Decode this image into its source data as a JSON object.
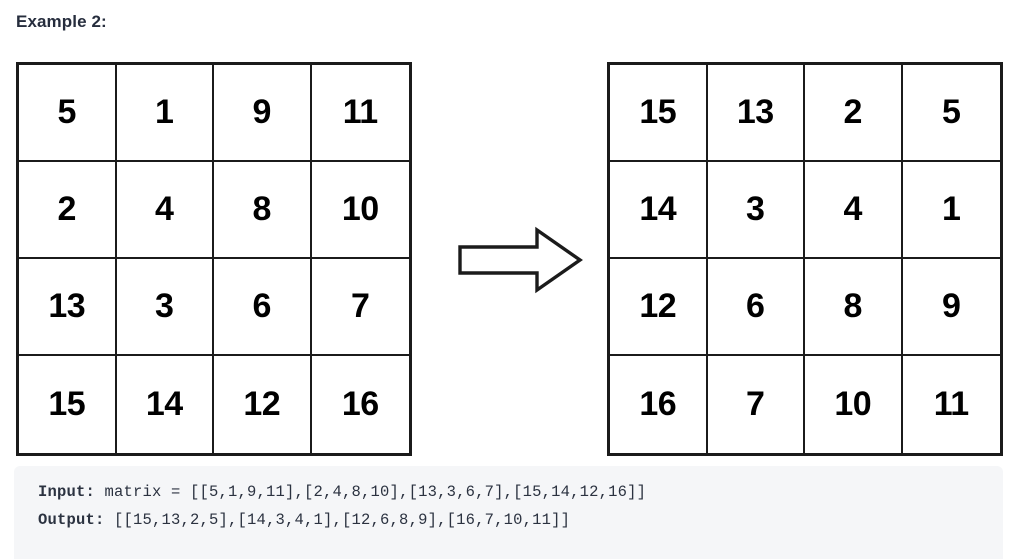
{
  "page": {
    "title": "Example 2:",
    "background_color": "#ffffff",
    "text_color": "#262d3d"
  },
  "matrices": {
    "input": {
      "label": "input-matrix",
      "rows": [
        [
          "5",
          "1",
          "9",
          "11"
        ],
        [
          "2",
          "4",
          "8",
          "10"
        ],
        [
          "13",
          "3",
          "6",
          "7"
        ],
        [
          "15",
          "14",
          "12",
          "16"
        ]
      ]
    },
    "output": {
      "label": "output-matrix",
      "rows": [
        [
          "15",
          "13",
          "2",
          "5"
        ],
        [
          "14",
          "3",
          "4",
          "1"
        ],
        [
          "12",
          "6",
          "8",
          "9"
        ],
        [
          "16",
          "7",
          "10",
          "11"
        ]
      ]
    }
  },
  "arrow": {
    "icon": "right-block-arrow-icon",
    "direction": "right",
    "stroke_color": "#1b1b1b",
    "fill_color": "#ffffff"
  },
  "code_block": {
    "background_color": "#f5f6f8",
    "text_color": "#2b3240",
    "input": {
      "label": "Input:",
      "value": " matrix = [[5,1,9,11],[2,4,8,10],[13,3,6,7],[15,14,12,16]]"
    },
    "output": {
      "label": "Output:",
      "value": " [[15,13,2,5],[14,3,4,1],[12,6,8,9],[16,7,10,11]]"
    }
  },
  "chart_data": {
    "type": "table",
    "title": "Example 2:",
    "tables": [
      {
        "name": "input matrix",
        "rows": [
          [
            5,
            1,
            9,
            11
          ],
          [
            2,
            4,
            8,
            10
          ],
          [
            13,
            3,
            6,
            7
          ],
          [
            15,
            14,
            12,
            16
          ]
        ]
      },
      {
        "name": "output matrix",
        "rows": [
          [
            15,
            13,
            2,
            5
          ],
          [
            14,
            3,
            4,
            1
          ],
          [
            12,
            6,
            8,
            9
          ],
          [
            16,
            7,
            10,
            11
          ]
        ]
      }
    ]
  }
}
